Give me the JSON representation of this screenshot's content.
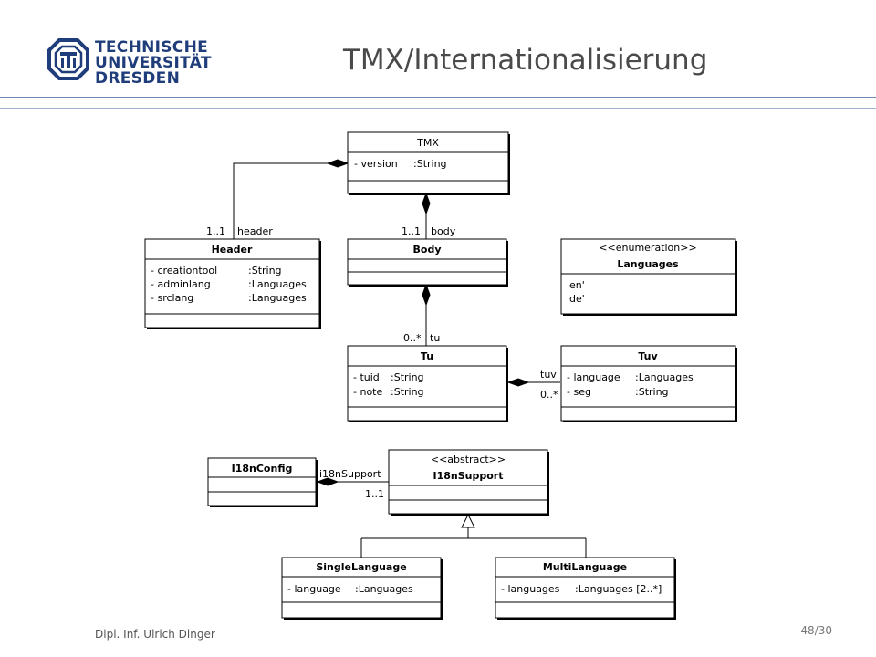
{
  "slide": {
    "title": "TMX/Internationalisierung",
    "author": "Dipl. Inf. Ulrich Dinger",
    "page": "48/30",
    "accent_color": "#1f3d7a"
  },
  "logo": {
    "line1": "TECHNISCHE",
    "line2": "UNIVERSITÄT",
    "line3": "DRESDEN",
    "icon": "tu-dresden-logo-icon"
  },
  "uml": {
    "classes": {
      "tmx": {
        "name": "TMX",
        "attrs": [
          [
            "- version",
            ":String"
          ]
        ]
      },
      "header": {
        "name": "Header",
        "attrs": [
          [
            "- creationtool",
            ":String"
          ],
          [
            "- adminlang",
            ":Languages"
          ],
          [
            "- srclang",
            ":Languages"
          ]
        ]
      },
      "body": {
        "name": "Body",
        "attrs": []
      },
      "languages": {
        "stereotype": "<<enumeration>>",
        "name": "Languages",
        "values": [
          "'en'",
          "'de'"
        ]
      },
      "tu": {
        "name": "Tu",
        "attrs": [
          [
            "- tuid",
            ":String"
          ],
          [
            "- note",
            ":String"
          ]
        ]
      },
      "tuv": {
        "name": "Tuv",
        "attrs": [
          [
            "- language",
            ":Languages"
          ],
          [
            "- seg",
            ":String"
          ]
        ]
      },
      "i18nconfig": {
        "name": "I18nConfig",
        "attrs": []
      },
      "i18nsupport": {
        "stereotype": "<<abstract>>",
        "name": "I18nSupport",
        "attrs": []
      },
      "singlelanguage": {
        "name": "SingleLanguage",
        "attrs": [
          [
            "- language",
            ":Languages"
          ]
        ]
      },
      "multilanguage": {
        "name": "MultiLanguage",
        "attrs": [
          [
            "- languages",
            ":Languages [2..*]"
          ]
        ]
      }
    },
    "associations": {
      "header": {
        "multiplicity": "1..1",
        "role": "header"
      },
      "body": {
        "multiplicity": "1..1",
        "role": "body"
      },
      "tu": {
        "multiplicity": "0..*",
        "role": "tu"
      },
      "tuv": {
        "multiplicity": "0..*",
        "role": "tuv"
      },
      "i18n": {
        "multiplicity": "1..1",
        "role": "i18nSupport"
      }
    }
  }
}
